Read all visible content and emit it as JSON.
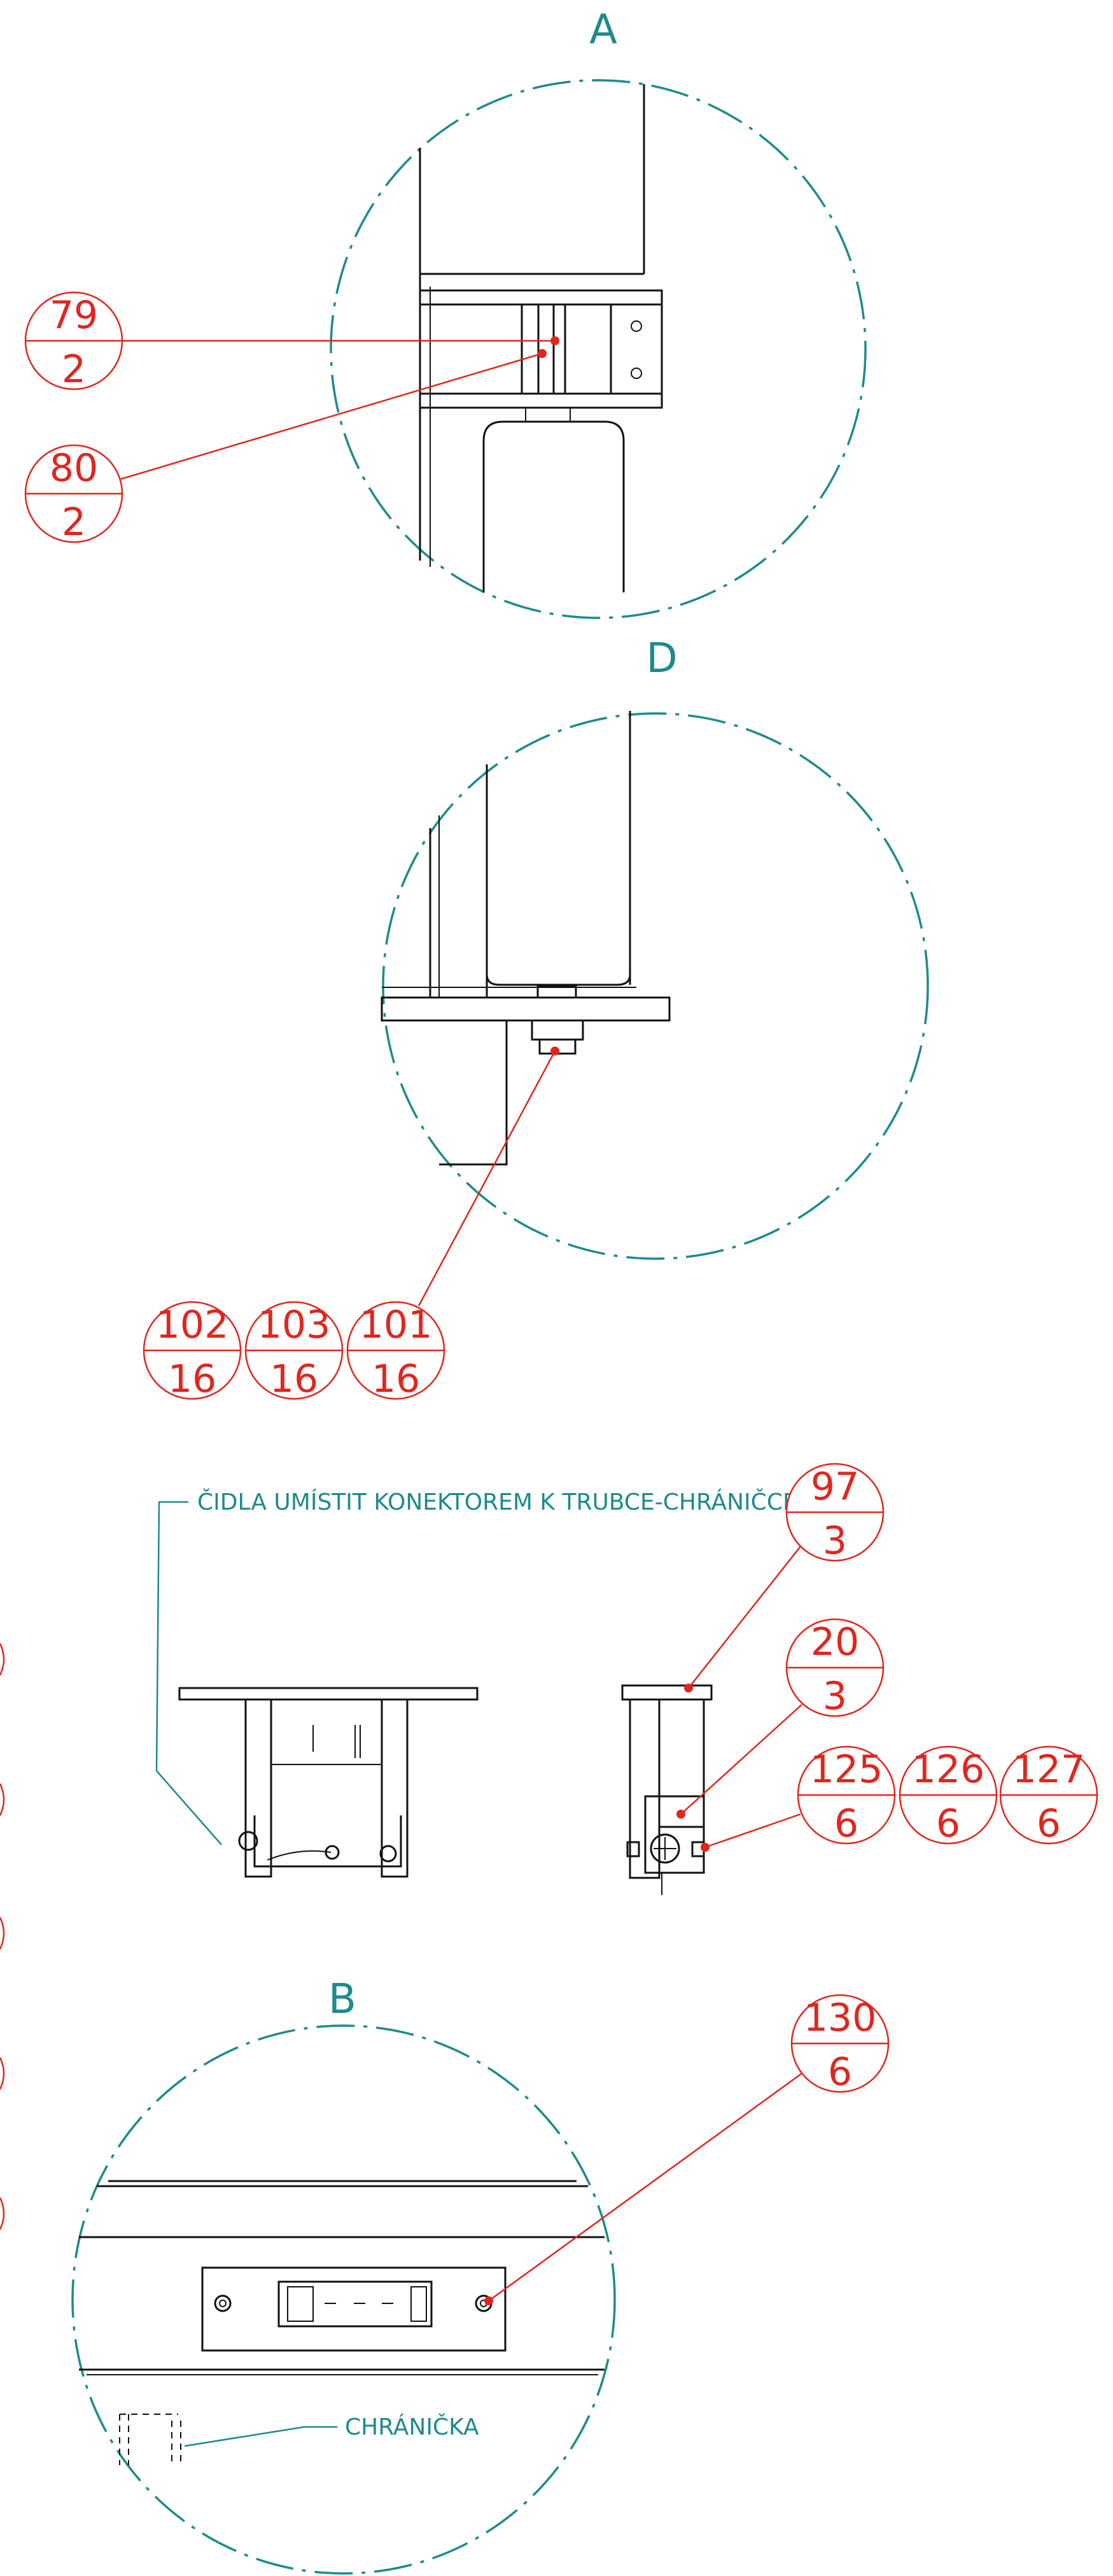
{
  "views": {
    "a": {
      "label": "A"
    },
    "d": {
      "label": "D"
    },
    "b": {
      "label": "B"
    }
  },
  "notes": {
    "sensor": "ČIDLA UMÍSTIT KONEKTOREM K TRUBCE-CHRÁNIČCE",
    "protector": "CHRÁNIČKA"
  },
  "balloons": {
    "b79": {
      "item": "79",
      "qty": "2"
    },
    "b80": {
      "item": "80",
      "qty": "2"
    },
    "b102": {
      "item": "102",
      "qty": "16"
    },
    "b103": {
      "item": "103",
      "qty": "16"
    },
    "b101": {
      "item": "101",
      "qty": "16"
    },
    "b97": {
      "item": "97",
      "qty": "3"
    },
    "b20": {
      "item": "20",
      "qty": "3"
    },
    "b125": {
      "item": "125",
      "qty": "6"
    },
    "b126": {
      "item": "126",
      "qty": "6"
    },
    "b127": {
      "item": "127",
      "qty": "6"
    },
    "b130": {
      "item": "130",
      "qty": "6"
    }
  },
  "colors": {
    "annotation": "#1f8a8a",
    "balloon": "#e0261f",
    "line": "#111111"
  }
}
